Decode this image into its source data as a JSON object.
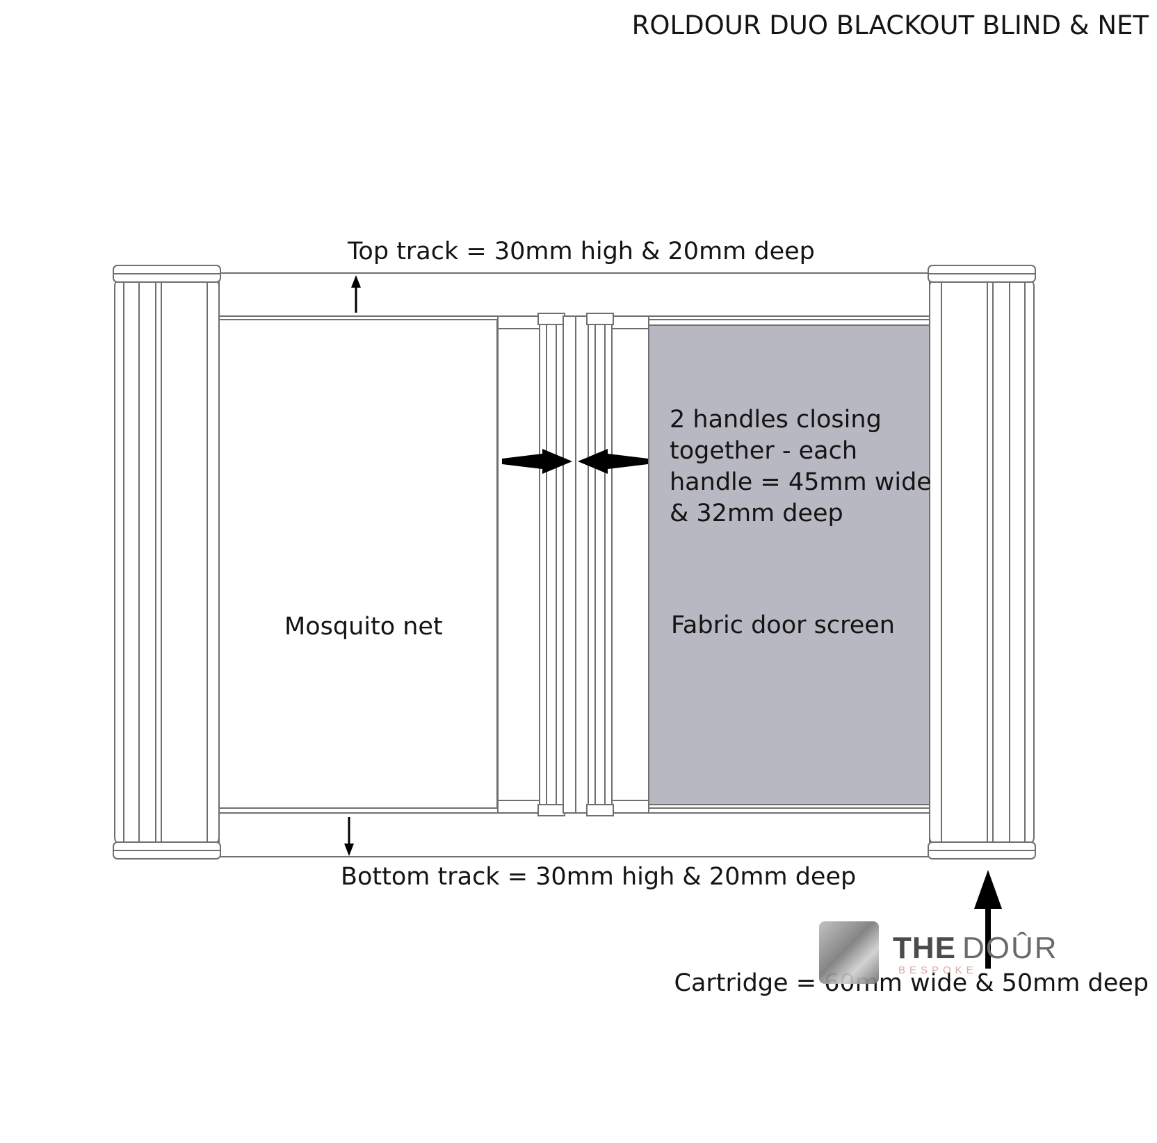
{
  "title": "ROLDOUR DUO BLACKOUT BLIND & NET",
  "labels": {
    "top_track": "Top track = 30mm high & 20mm deep",
    "bottom_track": "Bottom track = 30mm high & 20mm deep",
    "handles": "2 handles closing together - each handle = 45mm wide & 32mm deep",
    "mosquito_net": "Mosquito net",
    "fabric_screen": "Fabric door screen",
    "cartridge": "Cartridge = 60mm wide & 50mm deep"
  },
  "logo": {
    "word_the": "THE",
    "word_dour": "DOÛR",
    "word_bespoke": "BESPOKE"
  },
  "colors": {
    "line": "#6f6f6f",
    "fabric": "#b8b8c2",
    "arrow": "#000000"
  }
}
